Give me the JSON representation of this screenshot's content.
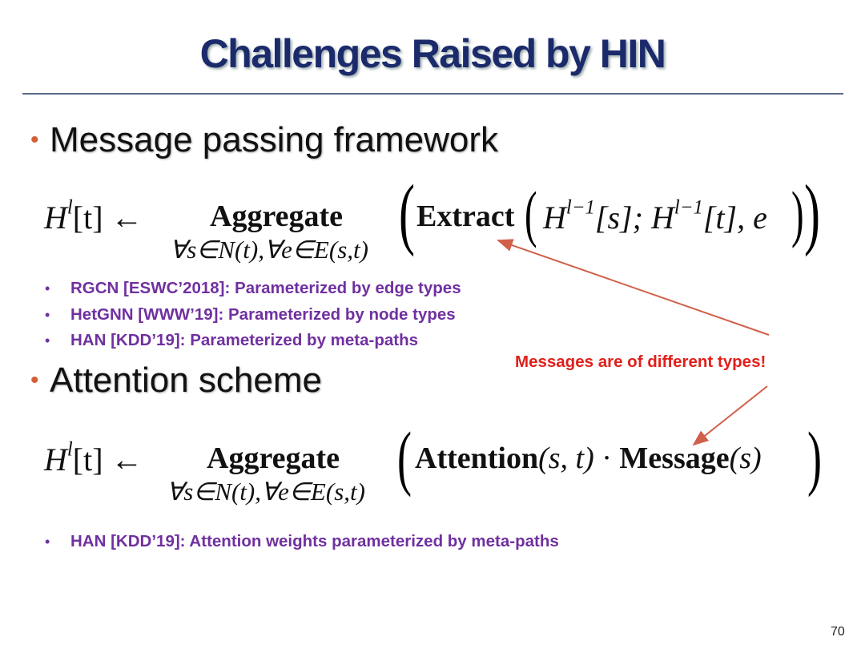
{
  "title": "Challenges Raised by HIN",
  "section1": {
    "heading": "Message passing framework",
    "equation": {
      "lhs": "H",
      "lhs_sup": "l",
      "lhs_rest": "[t] ←",
      "operator": "Aggregate",
      "subscript": "∀s∈N(t),∀e∈E(s,t)",
      "func": "Extract",
      "arg1": "H",
      "arg1_sup": "l−1",
      "arg1_rest": "[s]; ",
      "arg2": "H",
      "arg2_sup": "l−1",
      "arg2_rest": "[t], e"
    },
    "bullets": [
      "RGCN [ESWC’2018]: Parameterized by edge types",
      "HetGNN [WWW’19]: Parameterized by node types",
      "HAN [KDD’19]: Parameterized by meta-paths"
    ]
  },
  "section2": {
    "heading": "Attention scheme",
    "equation": {
      "lhs": "H",
      "lhs_sup": "l",
      "lhs_rest": "[t] ←",
      "operator": "Aggregate",
      "subscript": "∀s∈N(t),∀e∈E(s,t)",
      "func1": "Attention",
      "func1_args": "(s, t)",
      "dot": "·",
      "func2": "Message",
      "func2_args": "(s)"
    },
    "bullets": [
      "HAN [KDD’19]: Attention weights parameterized by meta-paths"
    ]
  },
  "annotation": "Messages are of different types!",
  "annotation_color": "#e0201b",
  "bullet_marker": "•",
  "page_number": "70"
}
